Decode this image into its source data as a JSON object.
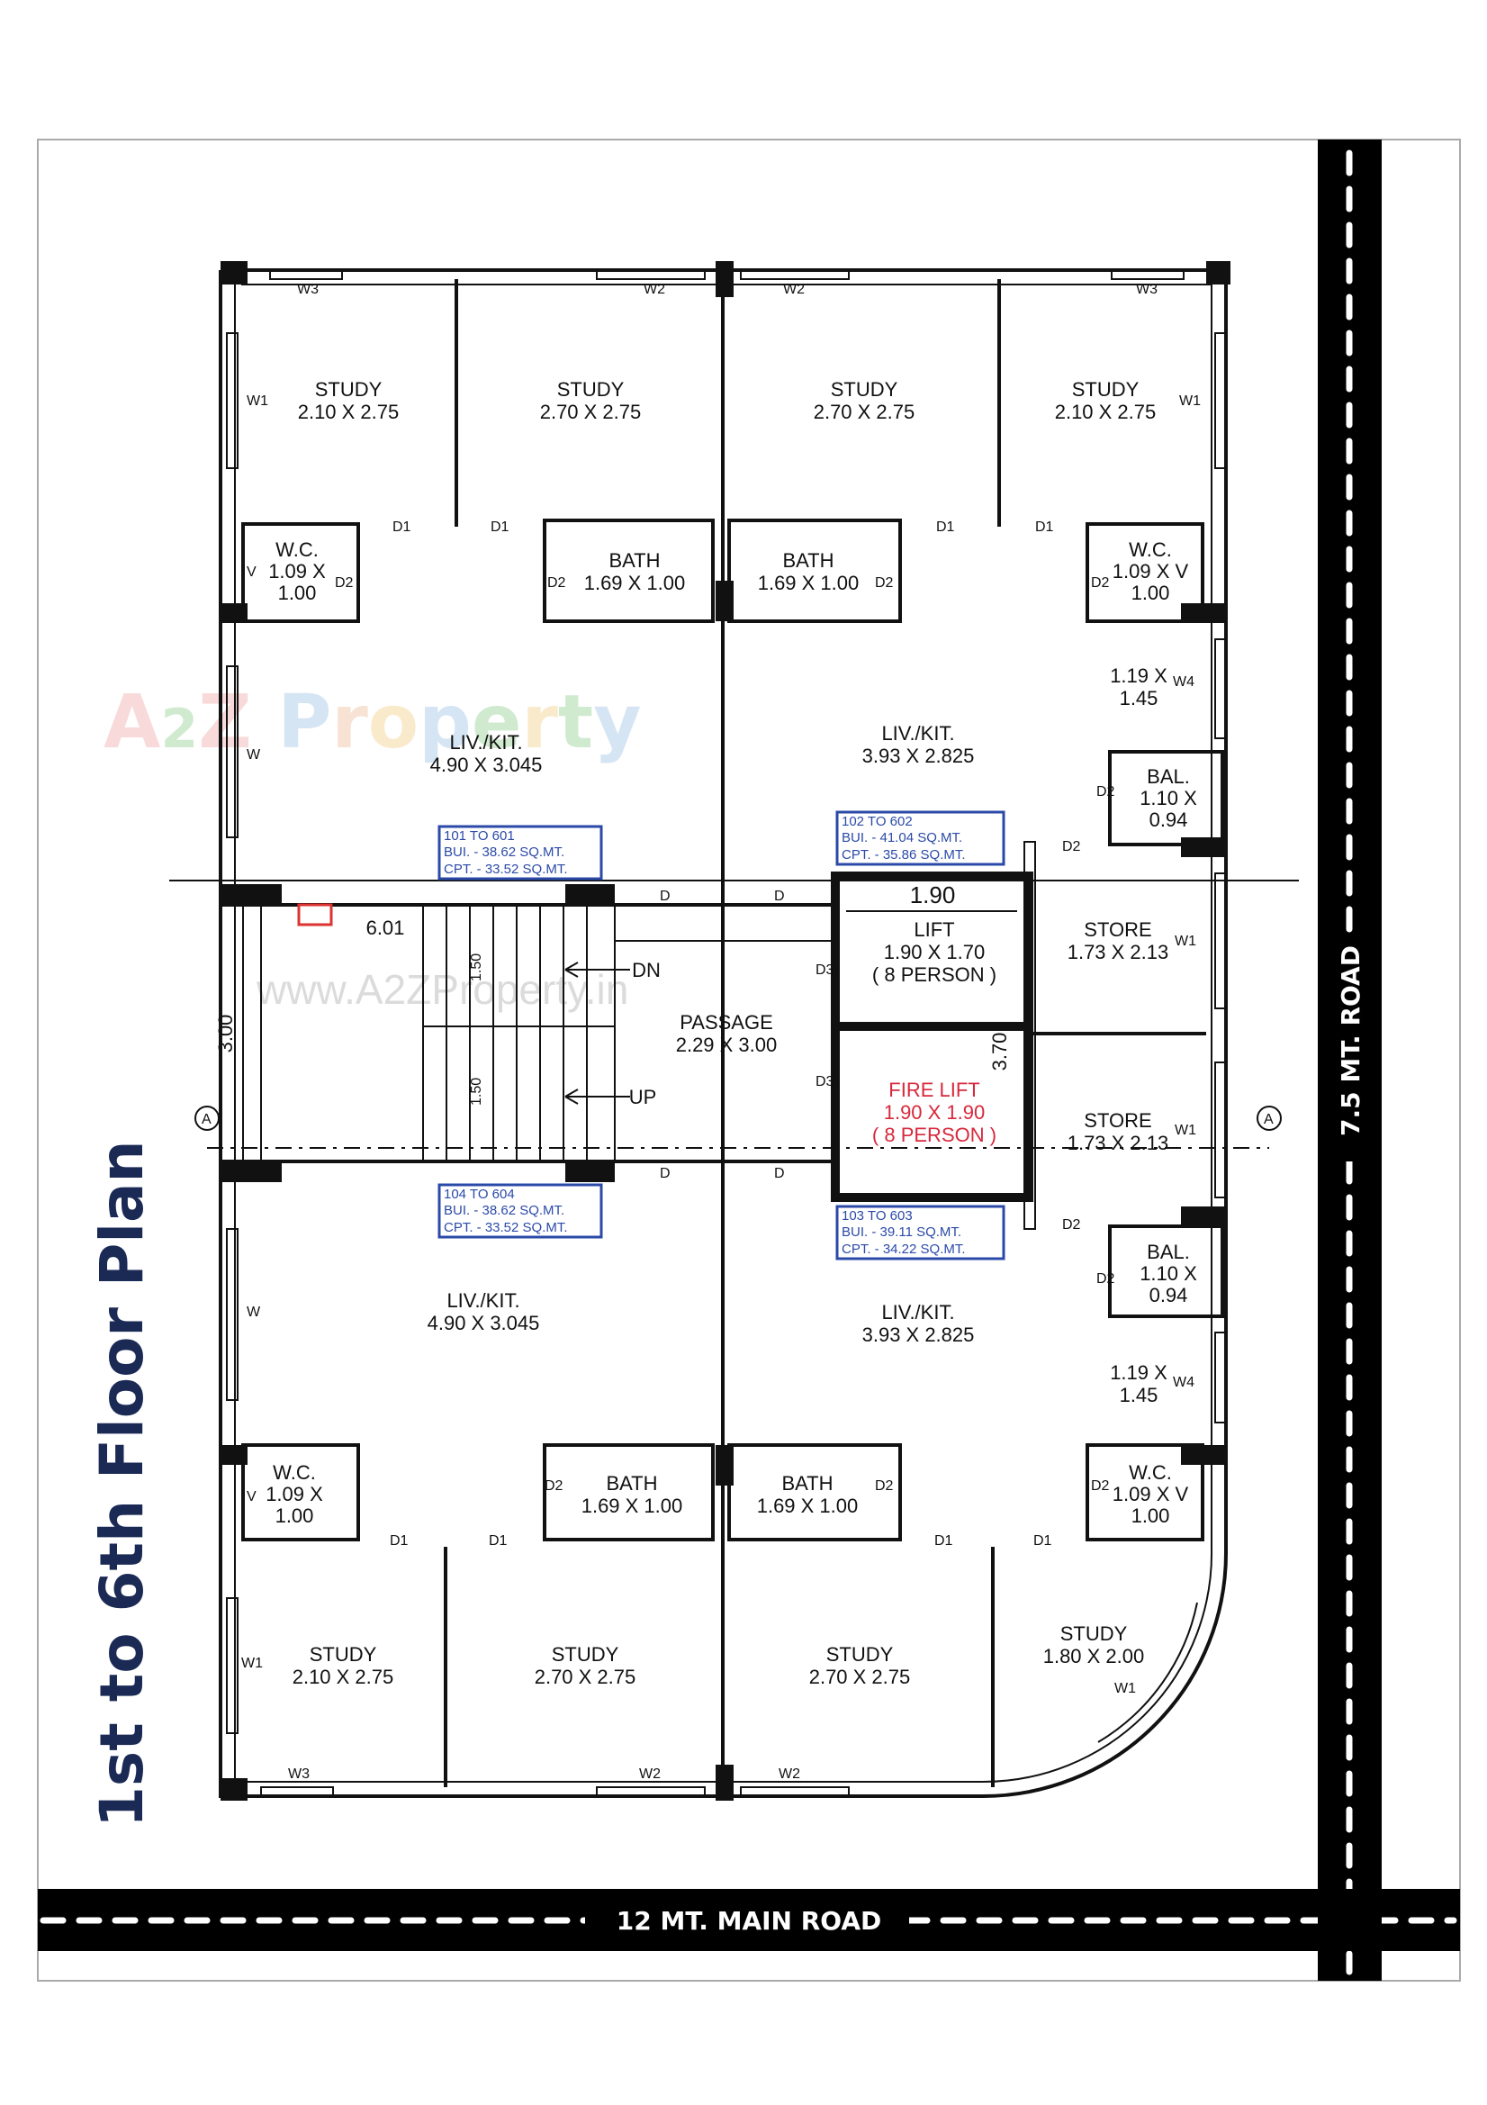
{
  "title": "1st to 6th Floor Plan",
  "roads": {
    "bottom": "12 MT. MAIN ROAD",
    "right": "7.5 MT. ROAD"
  },
  "watermark": {
    "logo": "A2Z Property",
    "url": "www.A2ZProperty.in"
  },
  "colors": {
    "title": "#1b2a55",
    "area_box": "#2b4aa8",
    "fire_lift": "#d8283c",
    "road": "#000000"
  },
  "rooms": {
    "study_tl": {
      "name": "STUDY",
      "dims": "2.10 X 2.75"
    },
    "study_t2": {
      "name": "STUDY",
      "dims": "2.70 X 2.75"
    },
    "study_t3": {
      "name": "STUDY",
      "dims": "2.70 X 2.75"
    },
    "study_tr": {
      "name": "STUDY",
      "dims": "2.10 X 2.75"
    },
    "wc_tl": {
      "name": "W.C.",
      "dims1": "1.09 X",
      "dims2": "1.00"
    },
    "bath_t1": {
      "name": "BATH",
      "dims": "1.69 X 1.00"
    },
    "bath_t2": {
      "name": "BATH",
      "dims": "1.69 X 1.00"
    },
    "wc_tr": {
      "name": "W.C.",
      "dims1": "1.09 X V",
      "dims2": "1.00"
    },
    "liv_tl": {
      "name": "LIV./KIT.",
      "dims": "4.90 X 3.045"
    },
    "liv_tr": {
      "name": "LIV./KIT.",
      "dims": "3.93 X 2.825"
    },
    "win_tr": {
      "dims1": "1.19 X",
      "dims2": "1.45"
    },
    "bal_t": {
      "name": "BAL.",
      "dims1": "1.10 X",
      "dims2": "0.94"
    },
    "store_1": {
      "name": "STORE",
      "dims": "1.73 X 2.13"
    },
    "store_2": {
      "name": "STORE",
      "dims": "1.73 X 2.13"
    },
    "lift": {
      "width": "1.90",
      "name": "LIFT",
      "dims": "1.90 X 1.70",
      "cap": "( 8 PERSON )"
    },
    "fire_lift": {
      "name": "FIRE LIFT",
      "dims": "1.90 X 1.90",
      "cap": "( 8 PERSON )",
      "height": "3.70"
    },
    "passage": {
      "name": "PASSAGE",
      "dims": "2.29 X 3.00"
    },
    "stair": {
      "width": "6.01",
      "depth": "3.00",
      "flight1": "1.50",
      "flight2": "1.50",
      "dn": "DN",
      "up": "UP"
    },
    "liv_bl": {
      "name": "LIV./KIT.",
      "dims": "4.90 X 3.045"
    },
    "liv_br": {
      "name": "LIV./KIT.",
      "dims": "3.93 X 2.825"
    },
    "bal_b": {
      "name": "BAL.",
      "dims1": "1.10 X",
      "dims2": "0.94"
    },
    "win_br": {
      "dims1": "1.19 X",
      "dims2": "1.45"
    },
    "wc_bl": {
      "name": "W.C.",
      "dims1": "1.09 X",
      "dims2": "1.00"
    },
    "bath_b1": {
      "name": "BATH",
      "dims": "1.69 X 1.00"
    },
    "bath_b2": {
      "name": "BATH",
      "dims": "1.69 X 1.00"
    },
    "wc_br": {
      "name": "W.C.",
      "dims1": "1.09 X V",
      "dims2": "1.00"
    },
    "study_bl": {
      "name": "STUDY",
      "dims": "2.10 X 2.75"
    },
    "study_b2": {
      "name": "STUDY",
      "dims": "2.70 X 2.75"
    },
    "study_b3": {
      "name": "STUDY",
      "dims": "2.70 X 2.75"
    },
    "study_br": {
      "name": "STUDY",
      "dims": "1.80 X 2.00"
    }
  },
  "areas": [
    {
      "units": "101 TO 601",
      "built": "BUI. - 38.62 SQ.MT.",
      "carpet": "CPT. - 33.52 SQ.MT."
    },
    {
      "units": "102 TO 602",
      "built": "BUI. - 41.04 SQ.MT.",
      "carpet": "CPT. - 35.86 SQ.MT."
    },
    {
      "units": "104 TO 604",
      "built": "BUI. - 38.62 SQ.MT.",
      "carpet": "CPT. - 33.52 SQ.MT."
    },
    {
      "units": "103 TO 603",
      "built": "BUI. - 39.11 SQ.MT.",
      "carpet": "CPT. - 34.22 SQ.MT."
    }
  ],
  "section_marker": "A",
  "tags": {
    "d": "D",
    "d1": "D1",
    "d2": "D2",
    "d3": "D3",
    "w": "W",
    "w1": "W1",
    "w2": "W2",
    "w3": "W3",
    "w4": "W4",
    "v": "V"
  }
}
